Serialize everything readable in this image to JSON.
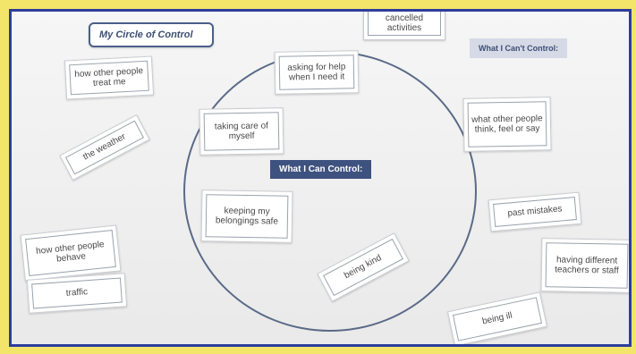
{
  "title": "My Circle of Control",
  "can_control_label": "What I Can Control:",
  "cant_control_label": "What I Can't Control:",
  "inside_cards": [
    "asking for help when I need it",
    "taking care of myself",
    "keeping my belongings safe",
    "being kind"
  ],
  "outside_cards": [
    "cancelled activities",
    "how other people treat me",
    "the weather",
    "what other people think, feel or say",
    "past mistakes",
    "having different teachers or staff",
    "how other people behave",
    "traffic",
    "being ill"
  ],
  "colors": {
    "frame": "#f2e56a",
    "border": "#2c3d9c",
    "navy": "#3e5280",
    "grey_label": "#d6d9e6"
  }
}
